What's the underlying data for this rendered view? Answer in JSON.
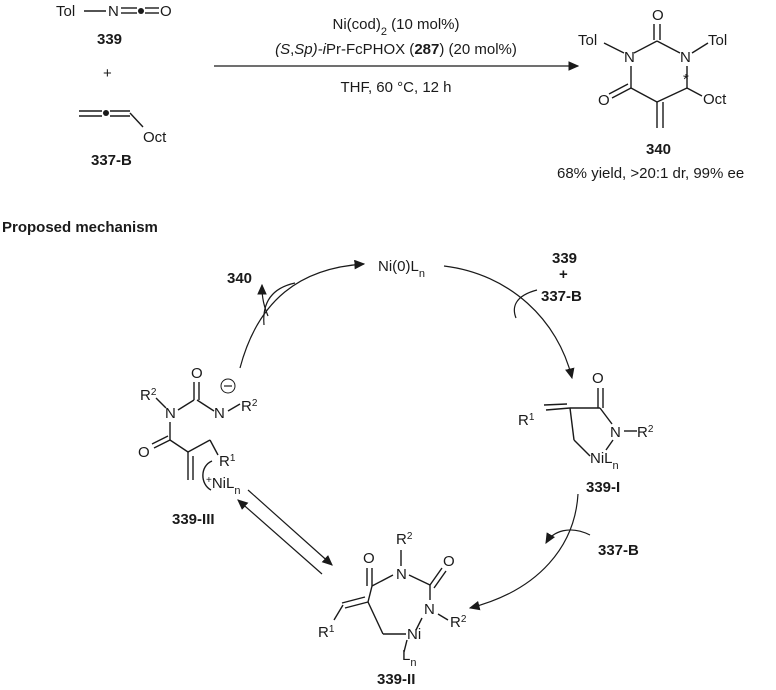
{
  "reaction": {
    "reactant1_formula": "Tol—N=•=O",
    "reactant1_label": "339",
    "plus": "+",
    "reactant2_chain": "Oct",
    "reactant2_label": "337-B",
    "conditions_line1": "Ni(cod)2 (10 mol%)",
    "conditions_line2": "(S,Sp)-iPr-FcPHOX (287) (20 mol%)",
    "conditions_line3": "THF, 60 °C, 12 h",
    "product_label": "340",
    "product_result": "68% yield, >20:1 dr, 99% ee",
    "product_atoms": {
      "O_top": "O",
      "N1": "N",
      "N3": "N",
      "tol_left": "Tol",
      "tol_right": "Tol",
      "O_left": "O",
      "oct": "Oct",
      "star": "*"
    }
  },
  "mechanism": {
    "title": "Proposed mechanism",
    "catalyst": "Ni(0)Ln",
    "out_product": "340",
    "in_reagent_top": "339",
    "in_plus": "+",
    "in_reagent_bottom": "337-B",
    "int1_label": "339-I",
    "int1_atoms": {
      "O": "O",
      "N": "N",
      "R2": "R2",
      "NiLn": "NiLn",
      "R1": "R1"
    },
    "in2_reagent": "337-B",
    "int2_label": "339-II",
    "int2_atoms": {
      "R2_top": "R2",
      "N_top": "N",
      "O_left": "O",
      "O_right": "O",
      "N_right": "N",
      "R2_right": "R2",
      "R1": "R1",
      "Ni": "Ni",
      "Ln": "Ln"
    },
    "int3_label": "339-III",
    "int3_atoms": {
      "R2_left": "R2",
      "N_left": "N",
      "O_top": "O",
      "N_minus": "N",
      "R2_right": "R2",
      "O_left": "O",
      "R1": "R1",
      "NiLn": "+NiLn"
    }
  }
}
